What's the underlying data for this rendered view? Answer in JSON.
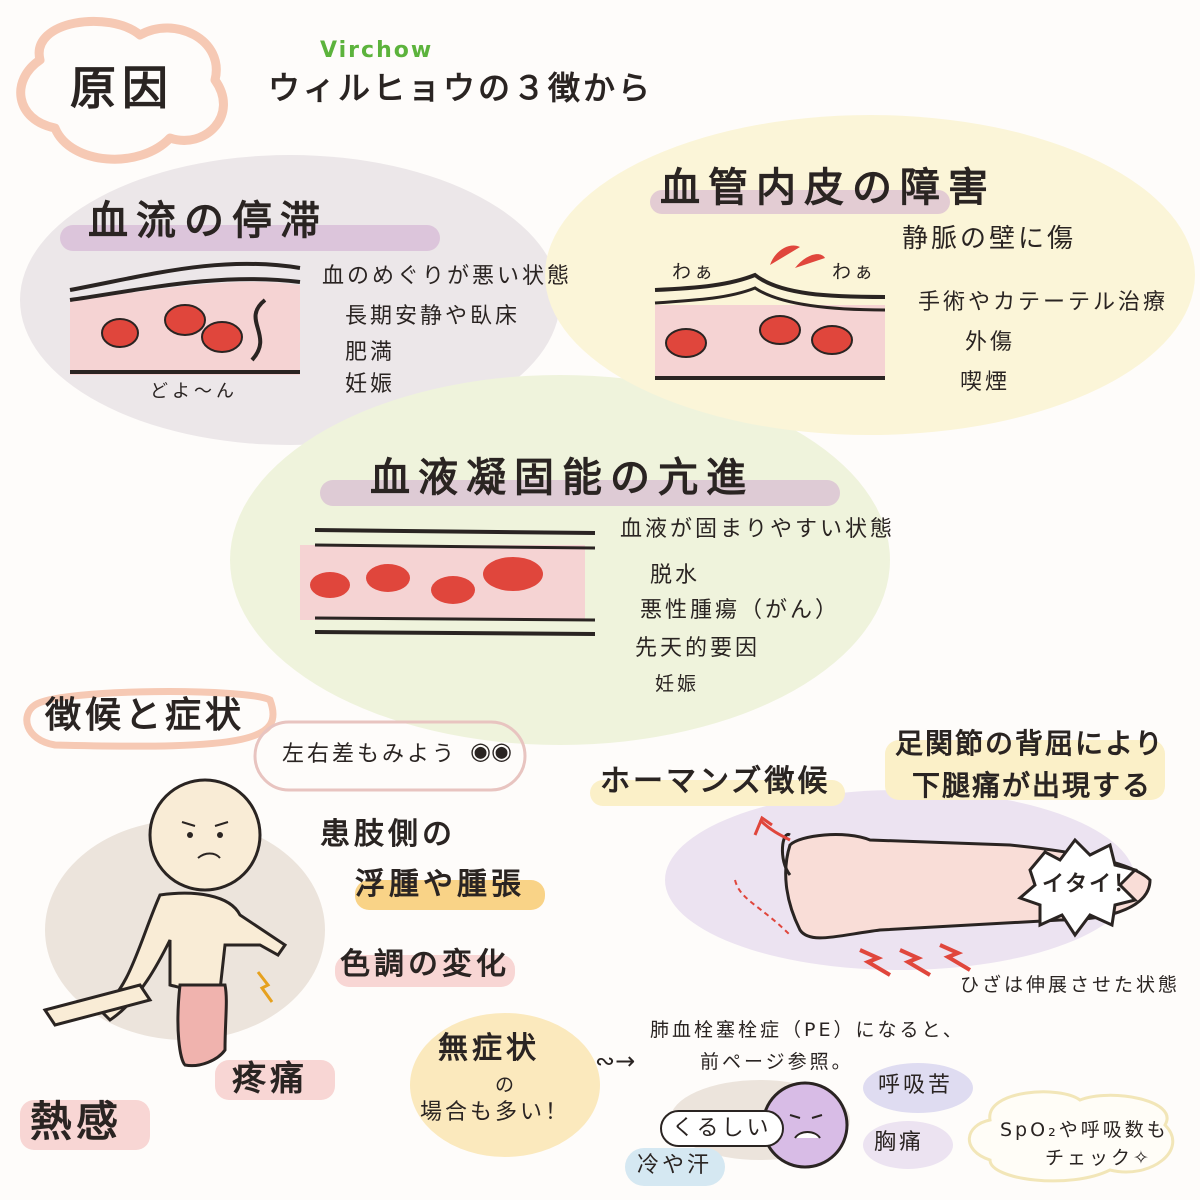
{
  "header": {
    "title": "原因",
    "virchow_label": "Virchow",
    "subtitle": "ウィルヒョウの３徴から"
  },
  "stasis": {
    "title": "血流の停滞",
    "description": "血のめぐりが悪い状態",
    "items": [
      "長期安静や臥床",
      "肥満",
      "妊娠"
    ],
    "caption": "どよ〜ん"
  },
  "endothelium": {
    "title": "血管内皮の障害",
    "sound_left": "わぁ",
    "sound_right": "わぁ",
    "description": "静脈の壁に傷",
    "items": [
      "手術やカテーテル治療",
      "外傷",
      "喫煙"
    ]
  },
  "hypercoag": {
    "title": "血液凝固能の亢進",
    "description": "血液が固まりやすい状態",
    "items": [
      "脱水",
      "悪性腫瘍（がん）",
      "先天的要因",
      "妊娠"
    ]
  },
  "signs": {
    "title": "徴候と症状",
    "bubble": "左右差もみよう",
    "affected_side": "患肢側の",
    "swelling": "浮腫や腫張",
    "color_change": "色調の変化",
    "pain": "疼痛",
    "heat": "熱感",
    "asymptomatic_line1": "無症状",
    "asymptomatic_line2": "の",
    "asymptomatic_line3": "場合も多い！"
  },
  "homans": {
    "title": "ホーマンズ徴候",
    "desc_line1": "足関節の背屈により",
    "desc_line2": "下腿痛が出現する",
    "pain_label": "イタイ！",
    "note": "ひざは伸展させた状態"
  },
  "pe": {
    "line1": "肺血栓塞栓症（PE）になると、",
    "line2": "前ページ参照。",
    "symptom_dyspnea": "呼吸苦",
    "symptom_suffocating": "くるしい",
    "symptom_chest_pain": "胸痛",
    "symptom_cold_sweat": "冷や汗",
    "check_line1": "SpO₂や呼吸数も",
    "check_line2": "チェック✧"
  },
  "colors": {
    "peach_outline": "#f6c9b4",
    "grey_blob": "#ece7e9",
    "yellow_blob": "#fbf5d8",
    "green_blob": "#eff3dc",
    "purple_hl": "#cfa9cf",
    "pink_vessel": "#f5d3d3",
    "rbc_red": "#e0463c",
    "orange_hl": "#f8c86a",
    "pink_hl": "#f8d6d4",
    "lavender_blob": "#ece3f1",
    "blue_bubble": "#d5e8f2",
    "virchow_green": "#5cb33c"
  }
}
